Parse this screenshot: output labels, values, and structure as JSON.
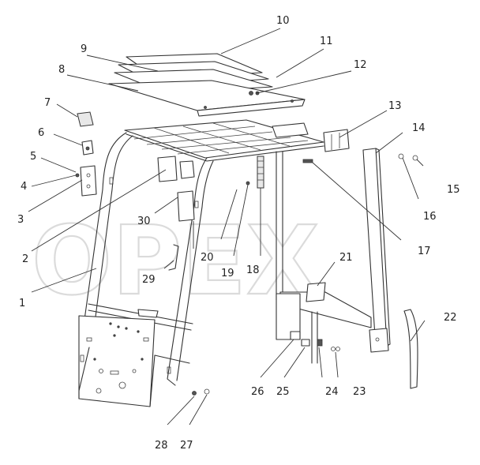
{
  "diagram": {
    "callouts": [
      "1",
      "2",
      "3",
      "4",
      "5",
      "6",
      "7",
      "8",
      "9",
      "10",
      "11",
      "12",
      "13",
      "14",
      "15",
      "16",
      "17",
      "18",
      "19",
      "20",
      "21",
      "22",
      "23",
      "24",
      "25",
      "26",
      "27",
      "28",
      "29",
      "30"
    ],
    "watermark": "OPEX",
    "colors": {
      "line": "#333333",
      "background": "#ffffff",
      "watermark": "#bfbfbf"
    }
  }
}
